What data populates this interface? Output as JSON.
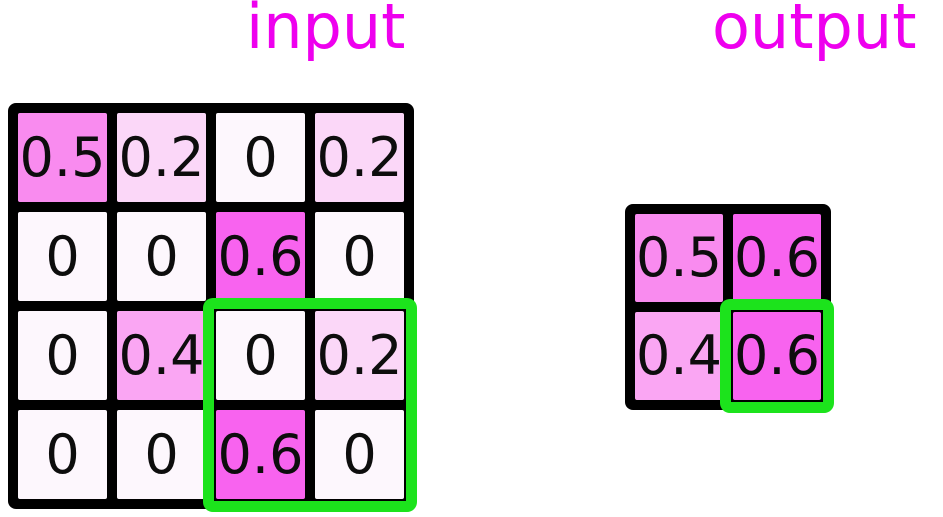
{
  "diagram": {
    "description": "max pooling illustration: 4x4 input grid pooled to 2x2 output grid, with the bottom-right 2x2 pooling window and its resulting output cell highlighted in green"
  },
  "input": {
    "title": "input",
    "rows": [
      [
        "0.5",
        "0.2",
        "0",
        "0.2"
      ],
      [
        "0",
        "0",
        "0.6",
        "0"
      ],
      [
        "0",
        "0.4",
        "0",
        "0.2"
      ],
      [
        "0",
        "0",
        "0.6",
        "0"
      ]
    ],
    "highlighted_region": "rows 3-4, columns 3-4"
  },
  "output": {
    "title": "output",
    "rows": [
      [
        "0.5",
        "0.6"
      ],
      [
        "0.4",
        "0.6"
      ]
    ],
    "highlighted_region": "row 2, column 2"
  },
  "colors": {
    "title_text": "#ee00ee",
    "number_text": "#0d0d0d",
    "grid_frame": "#000000",
    "highlight_green": "#1ce31c",
    "value_fills": {
      "0": "#fdf7fd",
      "0.2": "#fbd7f8",
      "0.4": "#faa6f3",
      "0.5": "#f98bef",
      "0.6": "#f863ef"
    }
  }
}
